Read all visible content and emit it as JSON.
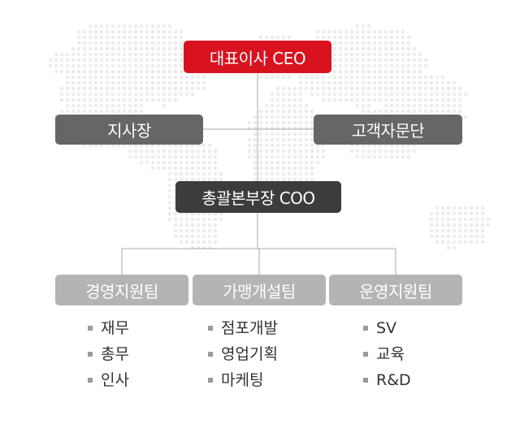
{
  "org": {
    "ceo": "대표이사 CEO",
    "branch": "지사장",
    "advisory": "고객자문단",
    "coo": "총괄본부장 COO",
    "teams": [
      {
        "name": "경영지원팀",
        "items": [
          "재무",
          "총무",
          "인사"
        ]
      },
      {
        "name": "가맹개설팀",
        "items": [
          "점포개발",
          "영업기획",
          "마케팅"
        ]
      },
      {
        "name": "운영지원팀",
        "items": [
          "SV",
          "교육",
          "R&D"
        ]
      }
    ]
  },
  "colors": {
    "ceo": "#d9121f",
    "branch": "#666666",
    "advisory": "#666666",
    "coo": "#3c3c3c",
    "team": "#b4b4b4",
    "connector": "#aaaaaa",
    "map_dots": "#ebebeb",
    "bullet": "#9a9a9a"
  }
}
